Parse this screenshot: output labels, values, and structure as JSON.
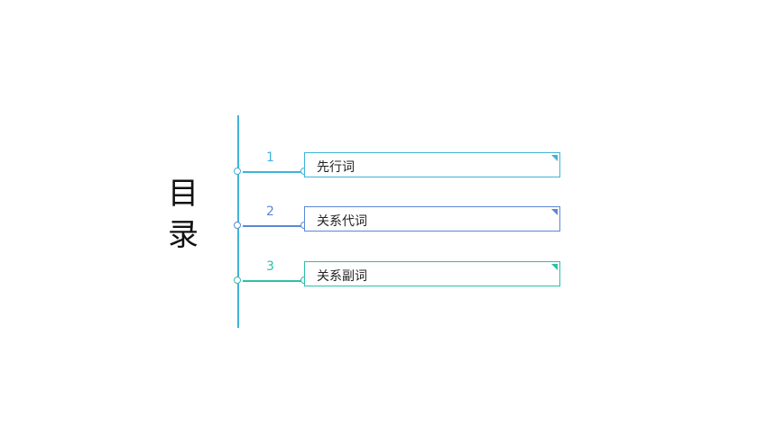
{
  "title_chars": [
    "目",
    "录"
  ],
  "items": [
    {
      "number": "1",
      "label": "先行词",
      "color": "#3fb3d9"
    },
    {
      "number": "2",
      "label": "关系代词",
      "color": "#5b86d6"
    },
    {
      "number": "3",
      "label": "关系副词",
      "color": "#2dbfa6"
    }
  ]
}
